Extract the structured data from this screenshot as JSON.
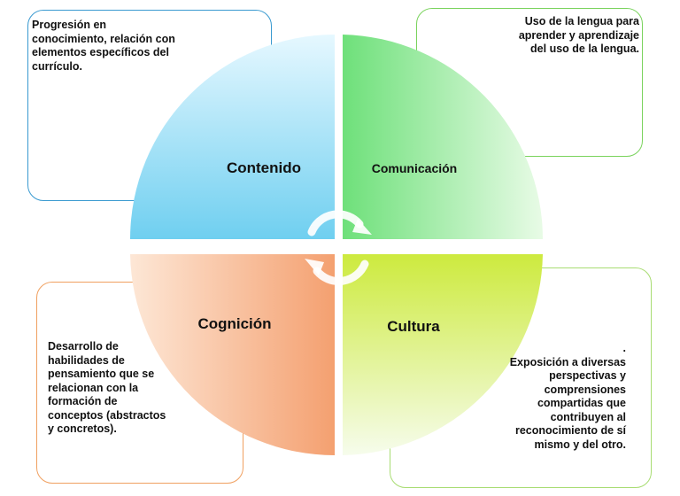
{
  "quadrants": {
    "contenido": {
      "label": "Contenido",
      "description": "Progresión en\nconocimiento, relación con\nelementos específicos del\ncurrículo.",
      "color": "#7fd4f0"
    },
    "comunicacion": {
      "label": "Comunicación",
      "description": "Uso de la lengua para\naprender y aprendizaje\ndel uso de la lengua.",
      "color": "#6ee07a"
    },
    "cognicion": {
      "label": "Cognición",
      "description": "Desarrollo de\nhabilidades de\npensamiento que se\nrelacionan con la\nformación de\nconceptos (abstractos\ny concretos).",
      "color": "#f4a878"
    },
    "cultura": {
      "label": "Cultura",
      "description": ".\nExposición a diversas\nperspectivas y\ncomprensiones\ncompartidas que\ncontribuyen al\nreconocimiento de sí\nmismo y del otro.",
      "color": "#d6ef5a"
    }
  }
}
